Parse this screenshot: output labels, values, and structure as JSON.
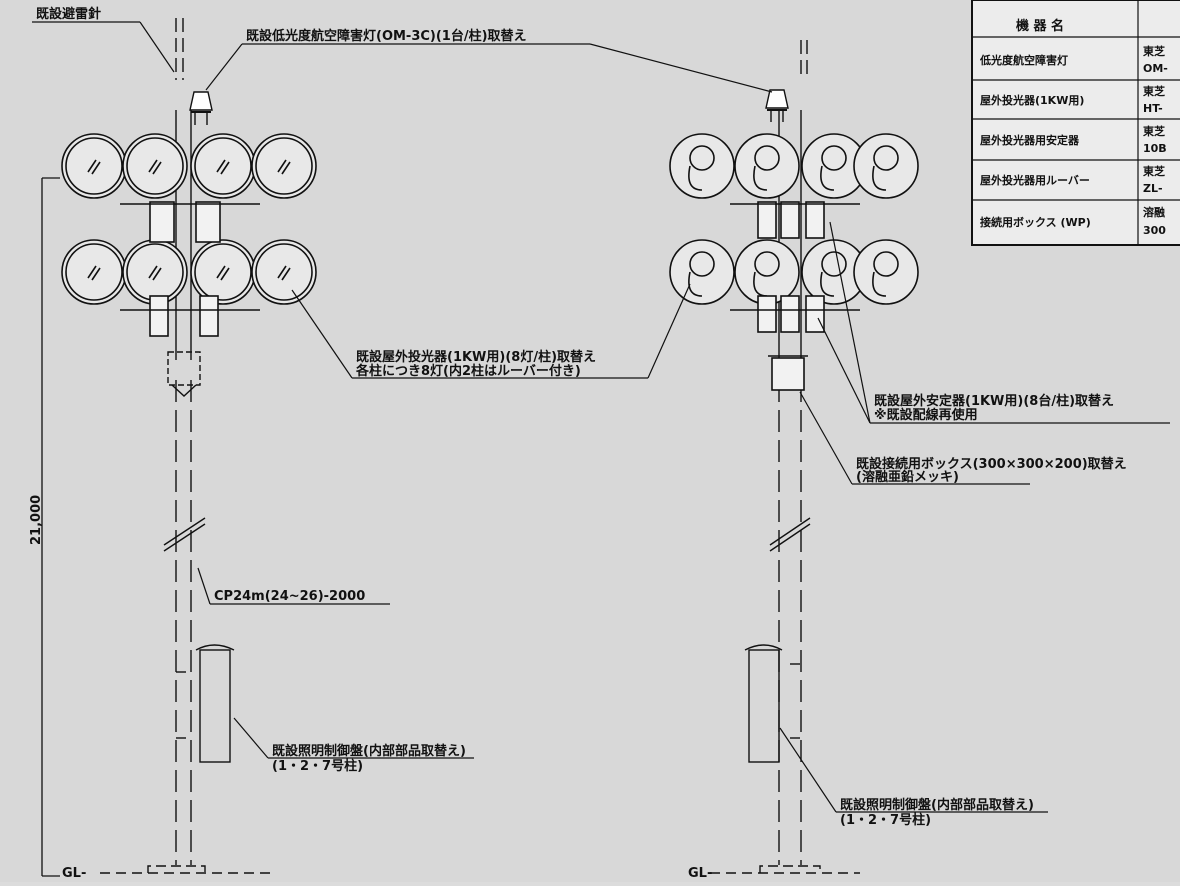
{
  "drawing": {
    "lightning_rod_label": "既設避雷針",
    "obstruction_light_label": "既設低光度航空障害灯(OM-3C)(1台/柱)取替え",
    "floodlight_label_line1": "既設屋外投光器(1KW用)(8灯/柱)取替え",
    "floodlight_label_line2": "各柱につき8灯(内2柱はルーバー付き)",
    "ballast_label_line1": "既設屋外安定器(1KW用)(8台/柱)取替え",
    "ballast_label_line2": "※既設配線再使用",
    "junction_box_label_line1": "既設接続用ボックス(300×300×200)取替え",
    "junction_box_label_line2": "(溶融亜鉛メッキ)",
    "pole_spec_label": "CP24m(24~26)-2000",
    "control_panel_left_line1": "既設照明制御盤(内部部品取替え)",
    "control_panel_left_line2": "(1・2・7号柱)",
    "control_panel_right_line1": "既設照明制御盤(内部部品取替え)",
    "control_panel_right_line2": "(1・2・7号柱)",
    "height_dimension": "21,000",
    "gl_left": "GL-",
    "gl_right": "GL-"
  },
  "equipment_table": {
    "header": "機 器 名",
    "rows": [
      {
        "name": "低光度航空障害灯",
        "maker": "東芝",
        "model": "OM-"
      },
      {
        "name": "屋外投光器(1KW用)",
        "maker": "東芝",
        "model": "HT-"
      },
      {
        "name": "屋外投光器用安定器",
        "maker": "東芝",
        "model": "10B"
      },
      {
        "name": "屋外投光器用ルーバー",
        "maker": "東芝",
        "model": "ZL-"
      },
      {
        "name": "接続用ボックス (WP)",
        "maker": "溶融",
        "model": "300"
      }
    ]
  }
}
